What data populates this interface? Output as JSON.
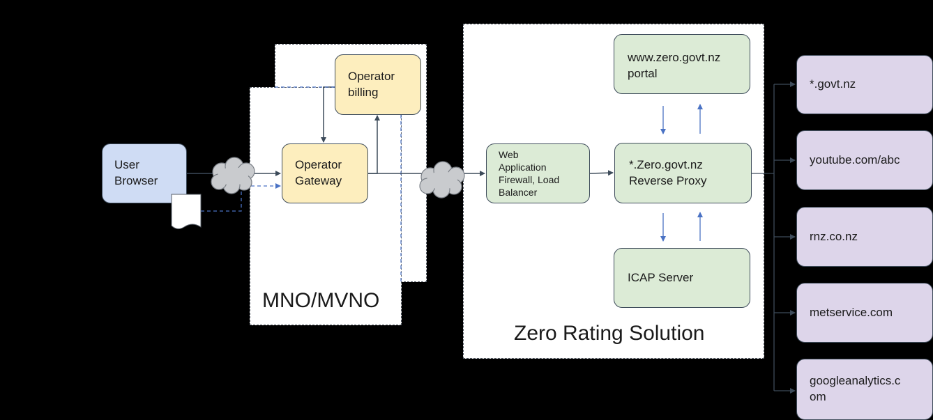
{
  "regions": {
    "mno_label": "MNO/MVNO",
    "zero_label": "Zero Rating Solution"
  },
  "nodes": {
    "user_browser": "User\nBrowser",
    "operator_billing": "Operator\nbilling",
    "operator_gateway": "Operator\nGateway",
    "waf": "Web\nApplication\nFirewall, Load\nBalancer",
    "portal": "www.zero.govt.nz\nportal",
    "reverse_proxy": "*.Zero.govt.nz\nReverse Proxy",
    "icap": "ICAP Server"
  },
  "destinations": [
    "*.govt.nz",
    "youtube.com/abc",
    "rnz.co.nz",
    "metservice.com",
    "googleanalytics.c\nom"
  ],
  "colors": {
    "operator_fill": "#fdeebe",
    "solution_fill": "#dcebd6",
    "browser_fill": "#cfdcf4",
    "destination_fill": "#ddd5ea",
    "connector": "#3d4b5a",
    "arrow_blue": "#4a72c4"
  }
}
